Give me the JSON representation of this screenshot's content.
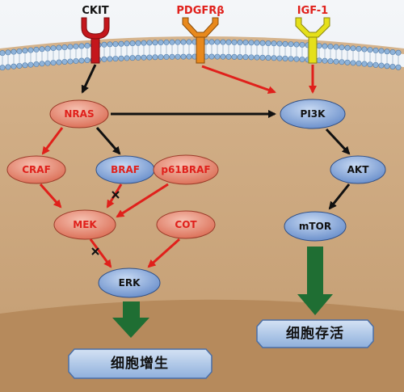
{
  "receptors": {
    "ckit": "CKIT",
    "pdgfrb": "PDGFRβ",
    "igf1": "IGF-1"
  },
  "nodes": {
    "nras": "NRAS",
    "craf": "CRAF",
    "braf": "BRAF",
    "p61braf": "p61BRAF",
    "mek": "MEK",
    "cot": "COT",
    "erk": "ERK",
    "pi3k": "PI3K",
    "akt": "AKT",
    "mtor": "mTOR"
  },
  "outcomes": {
    "proliferation": "细胞增生",
    "survival": "细胞存活"
  },
  "colors": {
    "red_node_fill": "#e2826a",
    "blue_node_fill": "#7fa3d8",
    "red_text": "#e0201b",
    "dark_text": "#111111",
    "red_arrow": "#e0201b",
    "black_arrow": "#111111",
    "green_arrow": "#1f6e33",
    "ckit": "#c4161c",
    "pdgfrb": "#e8891d",
    "igf1": "#e5e01a",
    "cytoplasm": "#caa57c",
    "extracellular": "#e8eef5",
    "nucleus": "#b98c5f"
  }
}
